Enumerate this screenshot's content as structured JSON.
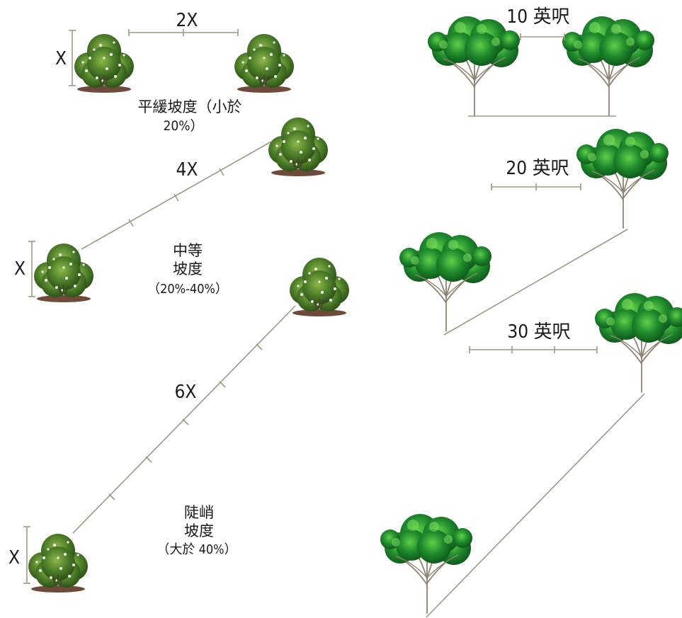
{
  "shrub_panel": {
    "gentle": {
      "spacing_label": "2X",
      "height_label": "X",
      "caption_line1": "平緩坡度（小於",
      "caption_line2": "20%）"
    },
    "moderate": {
      "spacing_label": "4X",
      "height_label": "X",
      "caption_line1": "中等",
      "caption_line2": "坡度",
      "caption_line3": "（20%-40%）"
    },
    "steep": {
      "spacing_label": "6X",
      "height_label": "X",
      "caption_line1": "陡峭",
      "caption_line2": "坡度",
      "caption_line3": "（大於 40%）"
    }
  },
  "tree_panel": {
    "gentle": {
      "spacing_label": "10 英呎"
    },
    "moderate": {
      "spacing_label": "20 英呎"
    },
    "steep": {
      "spacing_label": "30 英呎"
    }
  },
  "colors": {
    "shrub_leaf": "#4f7f2a",
    "shrub_flower": "#f4f4ee",
    "soil": "#6e4a3a",
    "tree_leaf": "#1f8a2c",
    "trunk": "#8f8373",
    "line": "#9a9a82"
  }
}
